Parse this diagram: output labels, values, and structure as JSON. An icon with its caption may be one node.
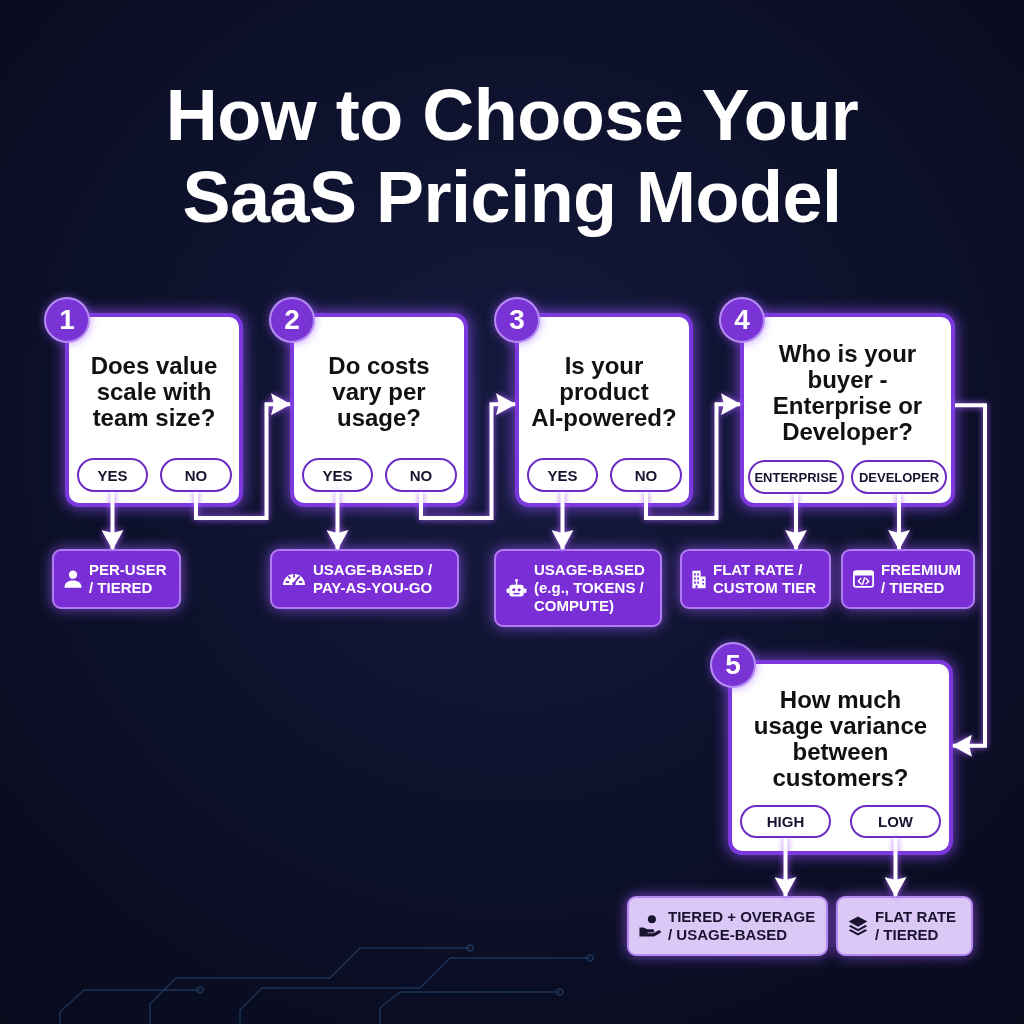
{
  "diagram": {
    "title": "How to Choose Your SaaS Pricing Model",
    "nodes": [
      {
        "text": [
          "1"
        ]
      },
      {
        "text": [
          "Does value scale with team size?"
        ]
      },
      {
        "text": [
          "YES"
        ],
        "in": 1
      },
      {
        "text": [
          "NO"
        ],
        "in": 1
      },
      {
        "text": [
          "PER-USER / TIERED"
        ]
      },
      {
        "text": [
          "2"
        ]
      },
      {
        "text": [
          "Do costs vary per usage?"
        ]
      },
      {
        "text": [
          "YES"
        ],
        "in": 6
      },
      {
        "text": [
          "NO"
        ],
        "in": 6
      },
      {
        "text": [
          "USAGE-BASED / PAY-AS-YOU-GO"
        ]
      },
      {
        "text": [
          "3"
        ]
      },
      {
        "text": [
          "Is your product AI-powered?"
        ]
      },
      {
        "text": [
          "YES"
        ],
        "in": 11
      },
      {
        "text": [
          "NO"
        ],
        "in": 11
      },
      {
        "text": [
          "USAGE-BASED (e.g., TOKENS / COMPUTE)"
        ]
      },
      {
        "text": [
          "4"
        ]
      },
      {
        "text": [
          "Who is your buyer - Enterprise or Developer?"
        ]
      },
      {
        "text": [
          "ENTERPRISE"
        ],
        "in": 16
      },
      {
        "text": [
          "DEVELOPER"
        ],
        "in": 16
      },
      {
        "text": [
          "FLAT RATE / CUSTOM TIER"
        ]
      },
      {
        "text": [
          "FREEMIUM / TIERED"
        ]
      },
      {
        "text": [
          "5"
        ]
      },
      {
        "text": [
          "How much usage variance between customers?"
        ]
      },
      {
        "text": [
          "HIGH"
        ],
        "in": 22
      },
      {
        "text": [
          "LOW"
        ],
        "in": 22
      },
      {
        "text": [
          "TIERED + OVERAGE / USAGE-BASED"
        ]
      },
      {
        "text": [
          "FLAT RATE / TIERED"
        ]
      }
    ],
    "edges": [
      {
        "from": 2,
        "to": 4,
        "arrow": "to"
      },
      {
        "from": 3,
        "to": 6,
        "arrow": "to"
      },
      {
        "from": 7,
        "to": 9,
        "arrow": "to"
      },
      {
        "from": 8,
        "to": 11,
        "arrow": "to"
      },
      {
        "from": 12,
        "to": 14,
        "arrow": "to"
      },
      {
        "from": 13,
        "to": 16,
        "arrow": "to"
      },
      {
        "from": 17,
        "to": 19,
        "arrow": "to"
      },
      {
        "from": 18,
        "to": 20,
        "arrow": "to"
      },
      {
        "from": 16,
        "to": 22,
        "arrow": "to"
      },
      {
        "from": 23,
        "to": 25,
        "arrow": "to"
      },
      {
        "from": 24,
        "to": 26,
        "arrow": "to"
      }
    ]
  }
}
